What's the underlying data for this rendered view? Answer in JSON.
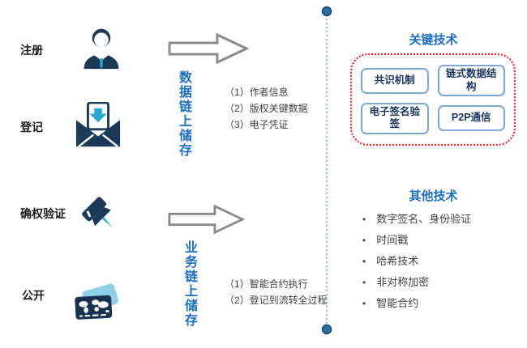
{
  "palette": {
    "accent_blue": "#1b6ec2",
    "icon_navy": "#1b3a57",
    "icon_cyan": "#29a9cd",
    "red_dotted_frame": "#ee1c25",
    "tech_box_border": "#7da7d4",
    "tech_box_text": "#17375e",
    "arrow_gray": "#8a8a8a",
    "body_text": "#3f3f3f"
  },
  "flow": {
    "steps": [
      {
        "label": "注册",
        "icon": "person-icon"
      },
      {
        "label": "登记",
        "icon": "envelope-download-icon"
      },
      {
        "label": "确权验证",
        "icon": "pushpin-icon"
      },
      {
        "label": "公开",
        "icon": "id-cards-globe-icon"
      }
    ],
    "data_chain": {
      "label": "数据链上储存",
      "items": [
        "（1）作者信息",
        "（2）版权关键数据",
        "（3）电子凭证"
      ]
    },
    "business_chain": {
      "label": "业务链上储存",
      "items": [
        "（1）智能合约执行",
        "（2）登记到流转全过程"
      ]
    }
  },
  "key_tech": {
    "title": "关键技术",
    "boxes": [
      "共识机制",
      "链式数据结构",
      "电子签名验签",
      "P2P通信"
    ]
  },
  "other_tech": {
    "title": "其他技术",
    "items": [
      "数字签名、身份验证",
      "时间戳",
      "哈希技术",
      "非对称加密",
      "智能合约"
    ]
  }
}
